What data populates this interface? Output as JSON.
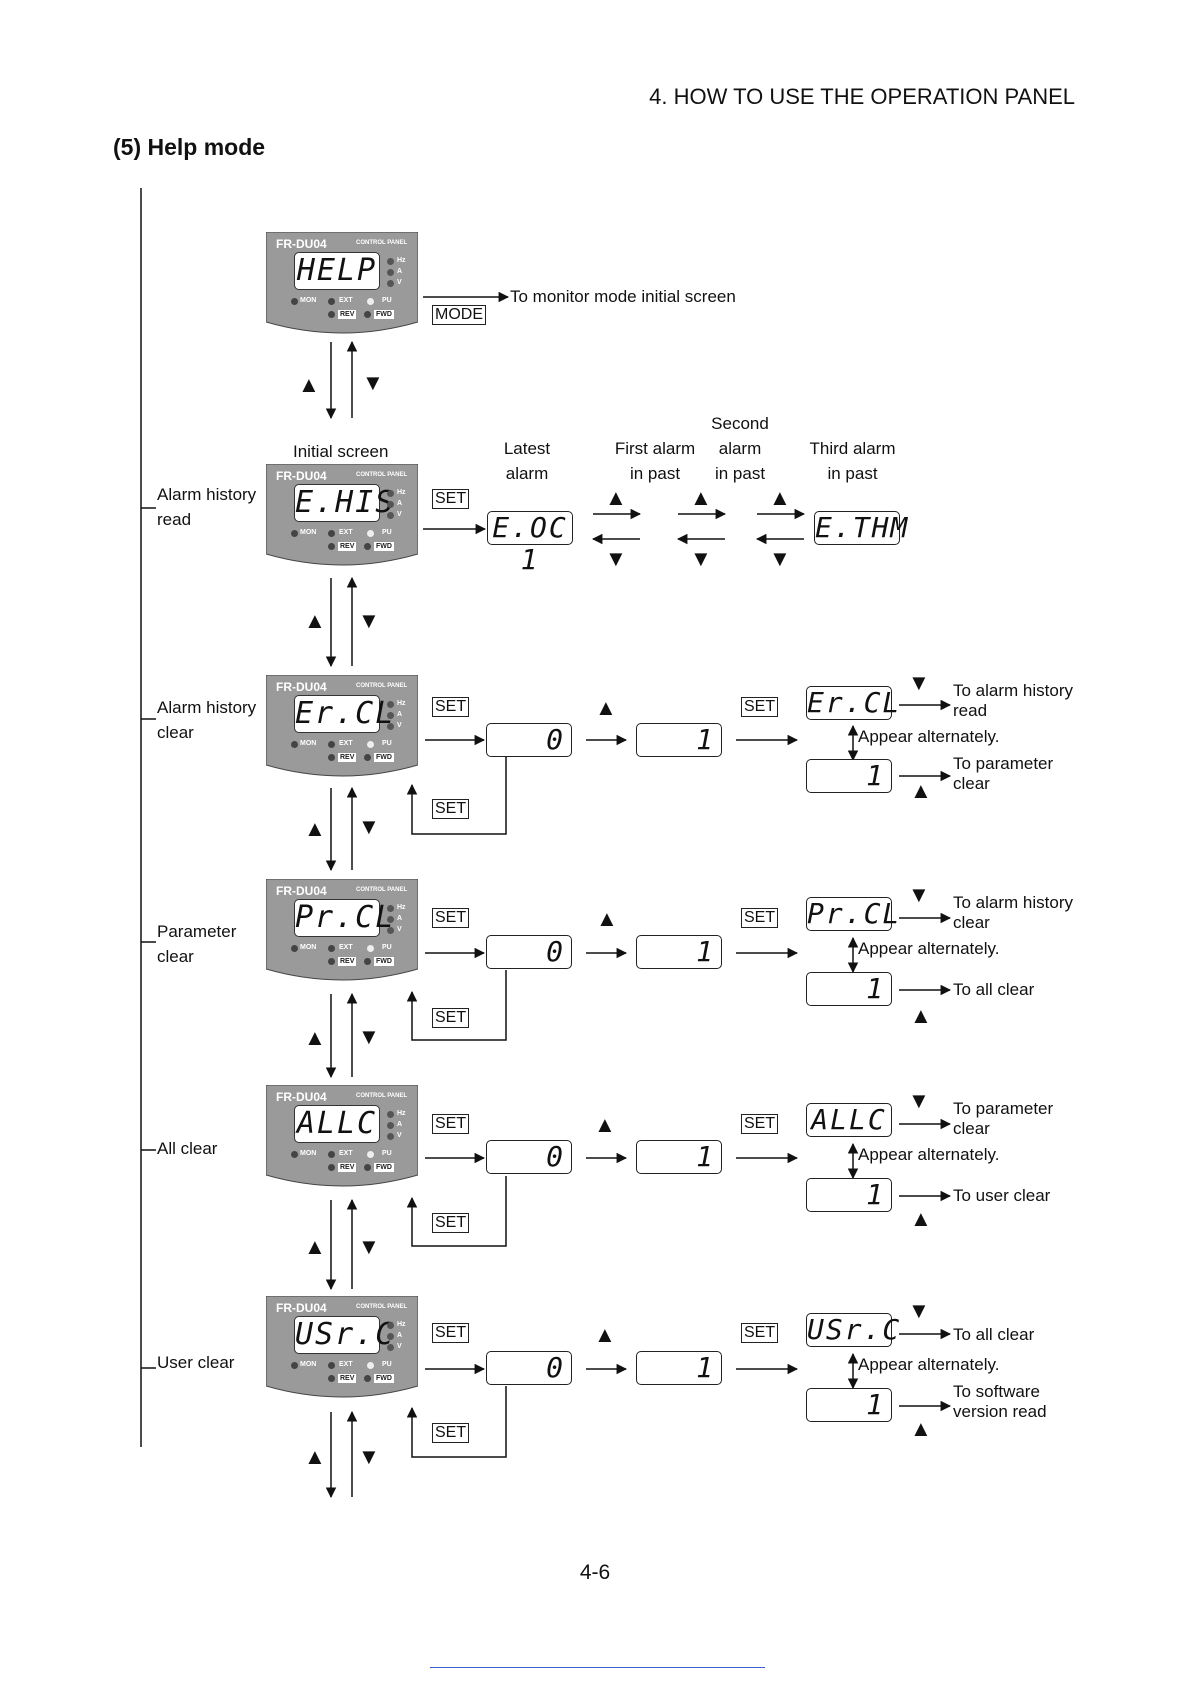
{
  "header": {
    "chapter_title": "4. HOW TO USE THE OPERATION PANEL"
  },
  "section": {
    "title": "(5) Help mode"
  },
  "panel": {
    "model": "FR-DU04",
    "subtitle": "CONTROL PANEL",
    "ind_hz": "Hz",
    "ind_a": "A",
    "ind_v": "V",
    "mon": "MON",
    "ext": "EXT",
    "pu": "PU",
    "rev": "REV",
    "fwd": "FWD"
  },
  "keys": {
    "mode": "MODE",
    "set": "SET"
  },
  "symbols": {
    "up": "▲",
    "down": "▼"
  },
  "help": {
    "display": "HELP",
    "to_monitor": "To monitor mode initial screen"
  },
  "column_headers": {
    "initial_screen": "Initial screen",
    "latest_1": "Latest",
    "latest_2": "alarm",
    "first_1": "First alarm",
    "first_2": "in past",
    "second_0": "Second",
    "second_1": "alarm",
    "second_2": "in past",
    "third_1": "Third alarm",
    "third_2": "in past"
  },
  "alarm_history_read": {
    "label_1": "Alarm history",
    "label_2": "read",
    "display": "E.HIS",
    "latest_display": "E.OC 1",
    "third_display": "E.THM"
  },
  "alarm_history_clear": {
    "label_1": "Alarm history",
    "label_2": "clear",
    "display": "Er.CL",
    "confirm_display": "Er.CL",
    "note_up_1": "To alarm history",
    "note_up_2": "read",
    "note_down_1": "To parameter",
    "note_down_2": "clear"
  },
  "parameter_clear": {
    "label_1": "Parameter",
    "label_2": "clear",
    "display": "Pr.CL",
    "confirm_display": "Pr.CL",
    "note_up_1": "To alarm history",
    "note_up_2": "clear",
    "note_down_1": "To all clear"
  },
  "all_clear": {
    "label_1": "All clear",
    "display": "ALLC",
    "confirm_display": "ALLC",
    "note_up_1": "To parameter",
    "note_up_2": "clear",
    "note_down_1": "To user clear"
  },
  "user_clear": {
    "label_1": "User clear",
    "display": "USr.C",
    "confirm_display": "USr.C",
    "note_up_1": "To all clear",
    "note_down_1": "To software",
    "note_down_2": "version read"
  },
  "common": {
    "value_zero": "0",
    "value_one": "1",
    "appear_alternately": "Appear alternately."
  },
  "footer": {
    "page_number": "4-6"
  }
}
